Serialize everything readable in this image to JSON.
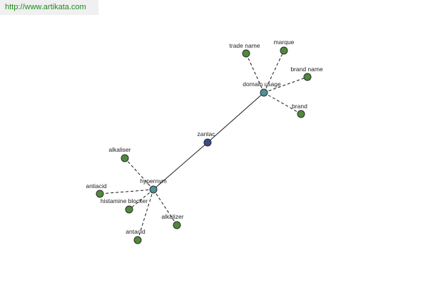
{
  "source_link": {
    "text": "http://www.artikata.com"
  },
  "colors": {
    "center_node": "#3a4a8c",
    "hub_node": "#4e9196",
    "leaf_node": "#4f8a3c",
    "link_text": "#1f8a1f"
  },
  "graph": {
    "nodes": [
      {
        "id": "zantac",
        "label": "zantac",
        "kind": "center"
      },
      {
        "id": "domain_usage",
        "label": "domain usage",
        "kind": "hub"
      },
      {
        "id": "hypernym",
        "label": "hypernym",
        "kind": "hub"
      },
      {
        "id": "trade_name",
        "label": "trade name",
        "kind": "leaf"
      },
      {
        "id": "marque",
        "label": "marque",
        "kind": "leaf"
      },
      {
        "id": "brand_name",
        "label": "brand name",
        "kind": "leaf"
      },
      {
        "id": "brand",
        "label": "brand",
        "kind": "leaf"
      },
      {
        "id": "alkaliser",
        "label": "alkaliser",
        "kind": "leaf"
      },
      {
        "id": "antiacid",
        "label": "antiacid",
        "kind": "leaf"
      },
      {
        "id": "histamine_blocker",
        "label": "histamine blocker",
        "kind": "leaf"
      },
      {
        "id": "alkalizer",
        "label": "alkalizer",
        "kind": "leaf"
      },
      {
        "id": "antacid",
        "label": "antacid",
        "kind": "leaf"
      }
    ],
    "edges": [
      {
        "from": "zantac",
        "to": "domain_usage",
        "style": "solid"
      },
      {
        "from": "zantac",
        "to": "hypernym",
        "style": "solid"
      },
      {
        "from": "domain_usage",
        "to": "trade_name",
        "style": "dashed"
      },
      {
        "from": "domain_usage",
        "to": "marque",
        "style": "dashed"
      },
      {
        "from": "domain_usage",
        "to": "brand_name",
        "style": "dashed"
      },
      {
        "from": "domain_usage",
        "to": "brand",
        "style": "dashed"
      },
      {
        "from": "hypernym",
        "to": "alkaliser",
        "style": "dashed"
      },
      {
        "from": "hypernym",
        "to": "antiacid",
        "style": "dashed"
      },
      {
        "from": "hypernym",
        "to": "histamine_blocker",
        "style": "dashed"
      },
      {
        "from": "hypernym",
        "to": "alkalizer",
        "style": "dashed"
      },
      {
        "from": "hypernym",
        "to": "antacid",
        "style": "dashed"
      }
    ]
  }
}
